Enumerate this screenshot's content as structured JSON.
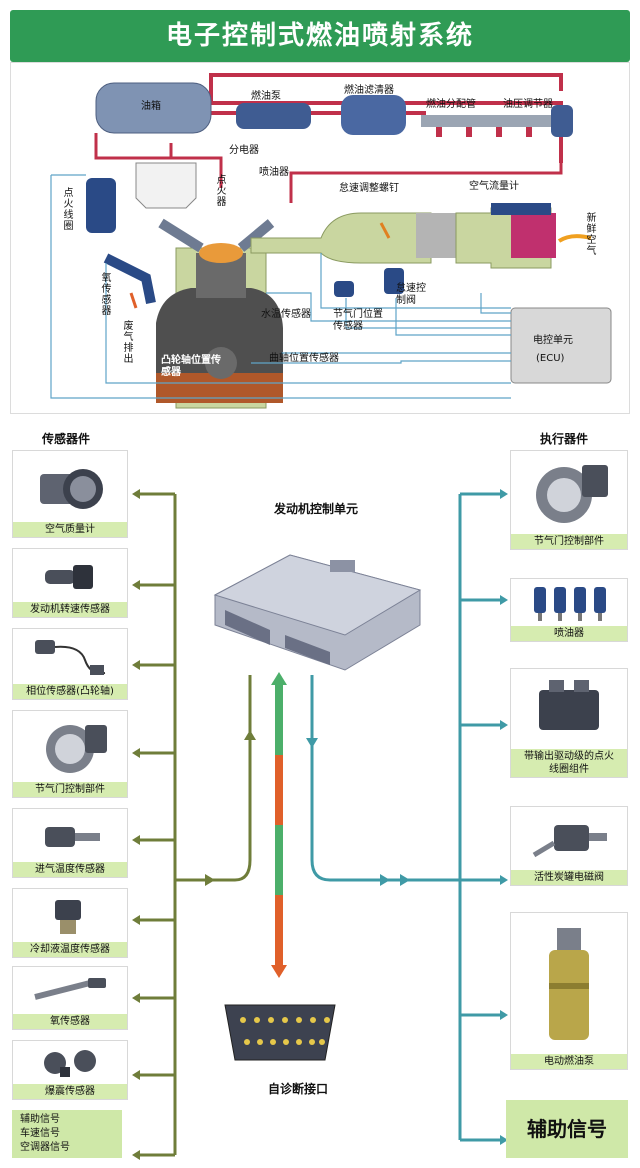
{
  "title": "电子控制式燃油喷射系统",
  "engine_labels": {
    "fuel_tank": "油箱",
    "fuel_pump": "燃油泵",
    "fuel_filter": "燃油滤清器",
    "fuel_rail": "燃油分配管",
    "pressure_regulator": "油压调节器",
    "distributor": "分电器",
    "injector": "喷油器",
    "idle_screw": "怠速调整螺钉",
    "airflow_meter": "空气流量计",
    "fresh_air": "新鲜空气",
    "ignition_coil": "点火线圈",
    "spark_plug": "点火器",
    "oxygen_sensor": "氧传感器",
    "exhaust": "废气排出",
    "water_temp_sensor": "水温传感器",
    "throttle_position_sensor": "节气门位置传感器",
    "idle_valve": "怠速控制阀",
    "cam_position_sensor": "凸轮轴位置传感器",
    "crank_position_sensor": "曲轴位置传感器",
    "ecu_line1": "电控单元",
    "ecu_line2": "(ECU)"
  },
  "sensors_title": "传感器件",
  "actuators_title": "执行器件",
  "ecu_title": "发动机控制单元",
  "diag_title": "自诊断接口",
  "sensors": [
    {
      "label": "空气质量计",
      "icon": "air-mass-meter"
    },
    {
      "label": "发动机转速传感器",
      "icon": "engine-speed-sensor"
    },
    {
      "label": "相位传感器(凸轮轴)",
      "icon": "phase-sensor"
    },
    {
      "label": "节气门控制部件",
      "icon": "throttle-body"
    },
    {
      "label": "进气温度传感器",
      "icon": "intake-temp-sensor"
    },
    {
      "label": "冷却液温度传感器",
      "icon": "coolant-temp-sensor"
    },
    {
      "label": "氧传感器",
      "icon": "oxygen-sensor"
    },
    {
      "label": "爆震传感器",
      "icon": "knock-sensor"
    }
  ],
  "sensor_aux": [
    "辅助信号",
    "车速信号",
    "空调器信号"
  ],
  "actuators": [
    {
      "label": "节气门控制部件",
      "icon": "throttle-body"
    },
    {
      "label": "喷油器",
      "icon": "injectors"
    },
    {
      "label": "带输出驱动级的点火线圈组件",
      "icon": "ignition-coil-module"
    },
    {
      "label": "活性炭罐电磁阀",
      "icon": "canister-solenoid"
    },
    {
      "label": "电动燃油泵",
      "icon": "electric-fuel-pump"
    }
  ],
  "actuator_aux": "辅助信号",
  "colors": {
    "title_bg": "#2f9b55",
    "sensor_line": "#6f7d3a",
    "actuator_line": "#3f9aa6",
    "diag_line_green": "#4caf6a",
    "diag_line_orange": "#e0602a",
    "fuel_line": "#c0304a",
    "caption_bg": "#d6ecb0"
  }
}
